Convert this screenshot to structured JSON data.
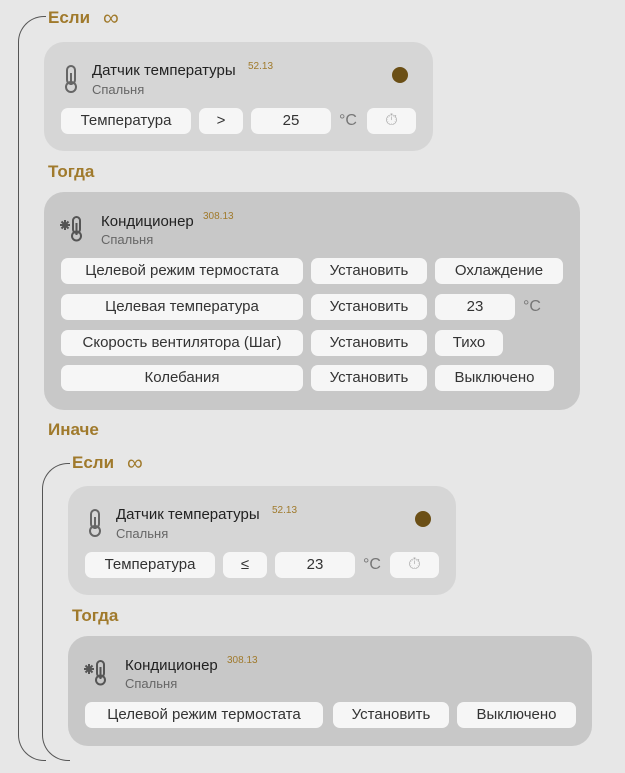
{
  "if_label": "Если",
  "then_label": "Тогда",
  "else_label": "Иначе",
  "infinity_symbol": "∞",
  "colors": {
    "accent": "#a07a2c",
    "indicator": "#6b4f16"
  },
  "condition1": {
    "device": {
      "name": "Датчик температуры",
      "id": "52.13",
      "room": "Спальня",
      "icon": "thermometer-icon"
    },
    "property": "Температура",
    "operator": ">",
    "value": "25",
    "unit": "°C",
    "timer_icon": "⏱"
  },
  "action1": {
    "device": {
      "name": "Кондиционер",
      "id": "308.13",
      "room": "Спальня",
      "icon": "snowflake-thermometer-icon"
    },
    "rows": [
      {
        "property": "Целевой режим термостата",
        "verb": "Установить",
        "value": "Охлаждение"
      },
      {
        "property": "Целевая температура",
        "verb": "Установить",
        "value": "23",
        "unit": "°C"
      },
      {
        "property": "Скорость вентилятора (Шаг)",
        "verb": "Установить",
        "value": "Тихо"
      },
      {
        "property": "Колебания",
        "verb": "Установить",
        "value": "Выключено"
      }
    ]
  },
  "condition2": {
    "device": {
      "name": "Датчик температуры",
      "id": "52.13",
      "room": "Спальня",
      "icon": "thermometer-icon"
    },
    "property": "Температура",
    "operator": "≤",
    "value": "23",
    "unit": "°C",
    "timer_icon": "⏱"
  },
  "action2": {
    "device": {
      "name": "Кондиционер",
      "id": "308.13",
      "room": "Спальня",
      "icon": "snowflake-thermometer-icon"
    },
    "rows": [
      {
        "property": "Целевой режим термостата",
        "verb": "Установить",
        "value": "Выключено"
      }
    ]
  }
}
